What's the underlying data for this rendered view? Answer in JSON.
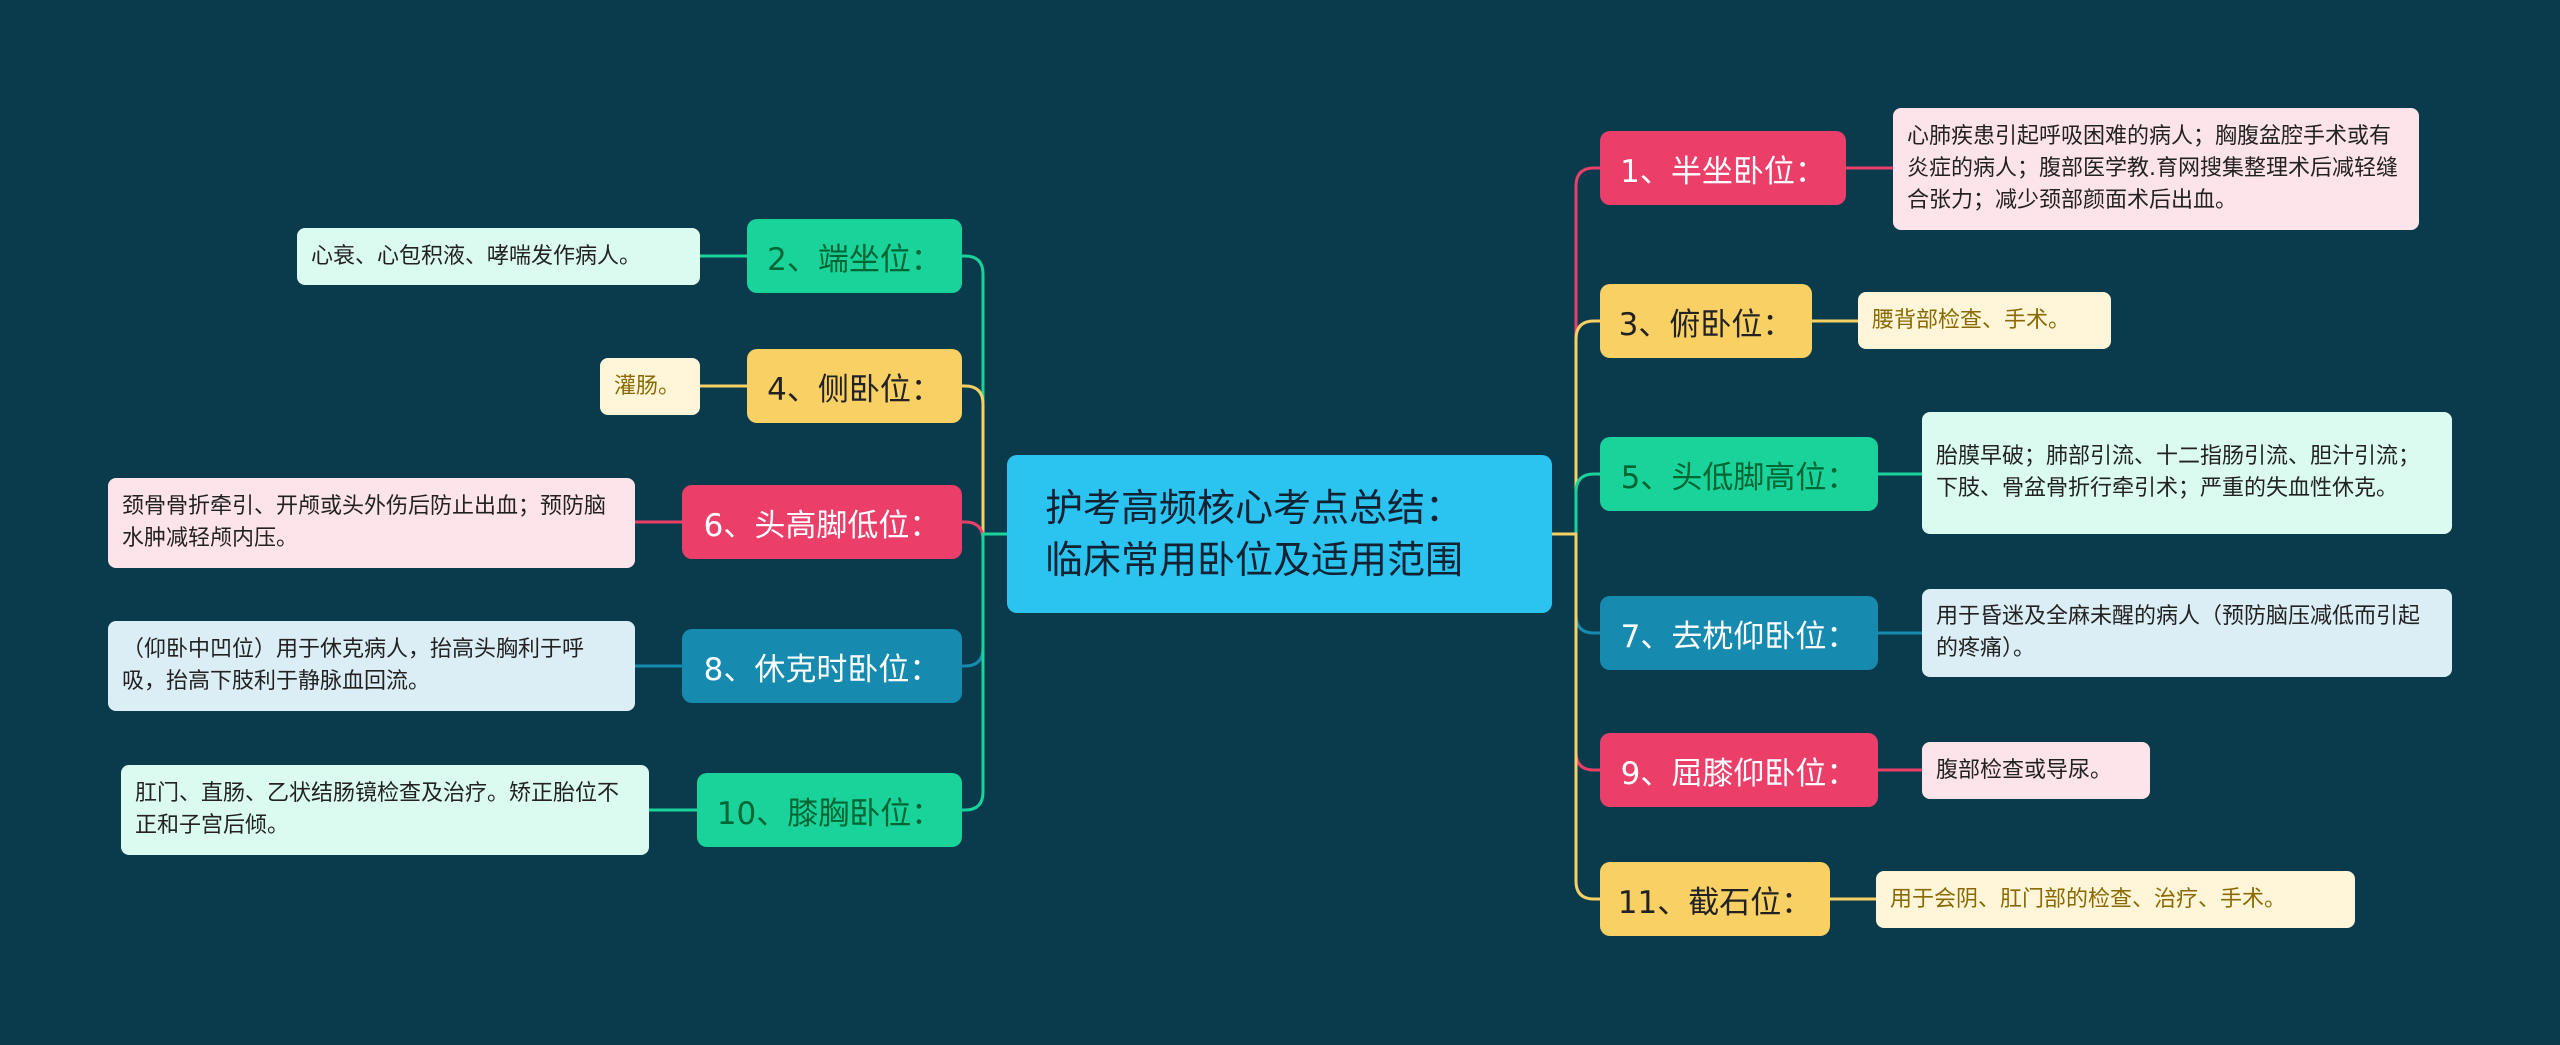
{
  "center": {
    "title_line1": "护考高频核心考点总结：",
    "title_line2": "临床常用卧位及适用范围"
  },
  "colors": {
    "background": "#0a3b4c",
    "center": "#2bc4f0",
    "red": "#eb3f6a",
    "yellow": "#f8d064",
    "green": "#1ad39b",
    "blue": "#178ab0"
  },
  "right": [
    {
      "label": "1、半坐卧位：",
      "color": "red",
      "desc": "心肺疾患引起呼吸困难的病人；胸腹盆腔手术或有炎症的病人；腹部医学教.育网搜集整理术后减轻缝合张力；减少颈部颜面术后出血。"
    },
    {
      "label": "3、俯卧位：",
      "color": "yellow",
      "desc": "腰背部检查、手术。"
    },
    {
      "label": "5、头低脚高位：",
      "color": "green",
      "desc": "胎膜早破；肺部引流、十二指肠引流、胆汁引流；下肢、骨盆骨折行牵引术；严重的失血性休克。"
    },
    {
      "label": "7、去枕仰卧位：",
      "color": "blue",
      "desc": "用于昏迷及全麻未醒的病人（预防脑压减低而引起的疼痛）。"
    },
    {
      "label": "9、屈膝仰卧位：",
      "color": "red",
      "desc": "腹部检查或导尿。"
    },
    {
      "label": "11、截石位：",
      "color": "yellow",
      "desc": "用于会阴、肛门部的检查、治疗、手术。"
    }
  ],
  "left": [
    {
      "label": "2、端坐位：",
      "color": "green",
      "desc": "心衰、心包积液、哮喘发作病人。"
    },
    {
      "label": "4、侧卧位：",
      "color": "yellow",
      "desc": "灌肠。"
    },
    {
      "label": "6、头高脚低位：",
      "color": "red",
      "desc": "颈骨骨折牵引、开颅或头外伤后防止出血；预防脑水肿减轻颅内压。"
    },
    {
      "label": "8、休克时卧位：",
      "color": "blue",
      "desc": "（仰卧中凹位）用于休克病人，抬高头胸利于呼吸，抬高下肢利于静脉血回流。"
    },
    {
      "label": "10、膝胸卧位：",
      "color": "green",
      "desc": "肛门、直肠、乙状结肠镜检查及治疗。矫正胎位不正和子宫后倾。"
    }
  ]
}
